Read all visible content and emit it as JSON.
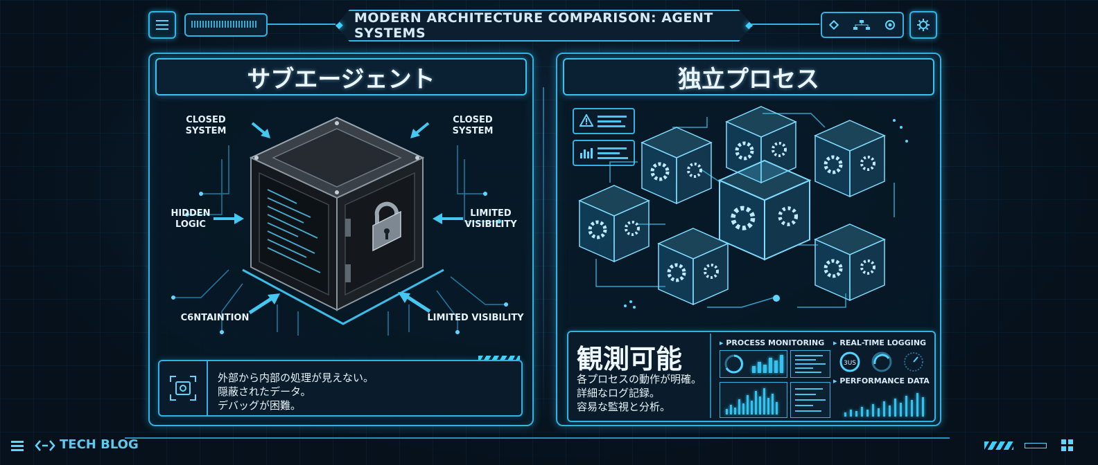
{
  "header": {
    "title": "MODERN ARCHITECTURE COMPARISON: AGENT SYSTEMS"
  },
  "left_panel": {
    "title": "サブエージェント",
    "labels": {
      "closed_left": "CLOSED SYSTEM",
      "closed_right": "CLOSED SYSTEM",
      "hidden_logic_1": "HIDDEN",
      "hidden_logic_2": "LOGIC",
      "limited_vis_1": "LIMITED",
      "limited_vis_2": "VISIBILITY",
      "containtion": "C6NTAINTION",
      "limited_vis_bottom": "LIMITED VISIBILITY"
    },
    "note_lines": [
      "外部から内部の処理が見えない。",
      "隠蔽されたデータ。",
      "デバッグが困難。"
    ]
  },
  "right_panel": {
    "title": "独立プロセス",
    "observable": "観測可能",
    "note_lines": [
      "各プロセスの動作が明確。",
      "詳細なログ記録。",
      "容易な監視と分析。"
    ],
    "monitor_titles": {
      "process": "PROCESS MONITORING",
      "logging": "REAL-TIME LOGGING",
      "performance": "PERFORMANCE DATA"
    },
    "gauge_text": "3US"
  },
  "footer": {
    "brand": "TECH BLOG"
  },
  "colors": {
    "accent": "#2fb4e4",
    "glow": "#3fd0ff",
    "background": "#06111c"
  }
}
